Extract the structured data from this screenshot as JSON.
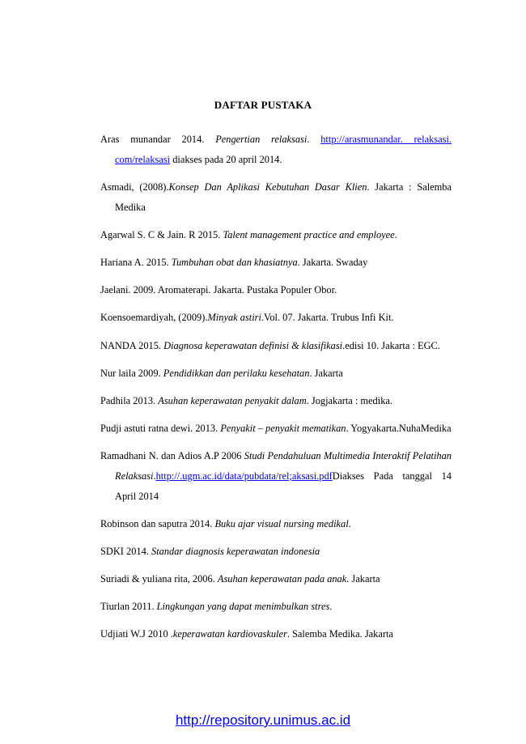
{
  "heading": "DAFTAR PUSTAKA",
  "refs": {
    "r1": {
      "a": "Aras munandar 2014. ",
      "b": "Pengertian relaksasi",
      "c": ". ",
      "link": "http://arasmunandar. relaksasi. com/relaksasi",
      "d": " diakses pada 20 april 2014."
    },
    "r2": {
      "a": "Asmadi, (2008).",
      "b": "Konsep Dan Aplikasi Kebutuhan Dasar Klien",
      "c": ". Jakarta : Salemba Medika"
    },
    "r3": {
      "a": "Agarwal S. C & Jain. R 2015. ",
      "b": "Talent management practice and employee",
      "c": "."
    },
    "r4": {
      "a": "Hariana A. 2015. ",
      "b": "Tumbuhan obat dan khasiatnya",
      "c": ". Jakarta. Swaday"
    },
    "r5": {
      "a": "Jaelani. 2009. Aromaterapi. Jakarta. Pustaka Populer Obor."
    },
    "r6": {
      "a": "Koensoemardiyah, (2009).",
      "b": "Minyak astiri",
      "c": ".Vol. 07. Jakarta. Trubus Infi Kit."
    },
    "r7": {
      "a": "NANDA 2015. ",
      "b": "Diagnosa keperawatan definisi & klasifikasi",
      "c": ".edisi 10. Jakarta : EGC."
    },
    "r8": {
      "a": "Nur laila 2009. ",
      "b": "Pendidikkan dan perilaku kesehatan",
      "c": ". Jakarta"
    },
    "r9": {
      "a": "Padhila 2013. ",
      "b": "Asuhan keperawatan penyakit dalam",
      "c": ". Jogjakarta : medika."
    },
    "r10": {
      "a": "Pudji astuti ratna dewi. 2013. ",
      "b": "Penyakit – penyakit mematikan",
      "c": ". Yogyakarta.NuhaMedika"
    },
    "r11": {
      "a": "Ramadhani N. dan Adios A.P 2006 ",
      "b": "Studi Pendahuluan Multimedia Interaktif Pelatihan Relaksasi",
      "c": ".",
      "link": "http://.ugm.ac.id/data/pubdata/rel;aksasi.pdf",
      "d": "Diakses Pada tanggal 14 April 2014"
    },
    "r12": {
      "a": "Robinson dan saputra 2014. ",
      "b": "Buku ajar visual nursing medikal",
      "c": "."
    },
    "r13": {
      "a": "SDKI 2014. ",
      "b": "Standar diagnosis keperawatan indonesia"
    },
    "r14": {
      "a": "Suriadi & yuliana rita, 2006. ",
      "b": "Asuhan keperawatan pada anak",
      "c": ". Jakarta"
    },
    "r15": {
      "a": "Tiurlan 2011. ",
      "b": "Lingkungan yang dapat menimbulkan stres",
      "c": "."
    },
    "r16": {
      "a": "Udjiati W.J 2010 .",
      "b": "keperawatan kardiovaskuler",
      "c": ". Salemba Medika. Jakarta"
    }
  },
  "footer": {
    "link": "http://repository.unimus.ac.id"
  },
  "colors": {
    "link": "#0000ee",
    "text": "#000000",
    "background": "#ffffff"
  }
}
